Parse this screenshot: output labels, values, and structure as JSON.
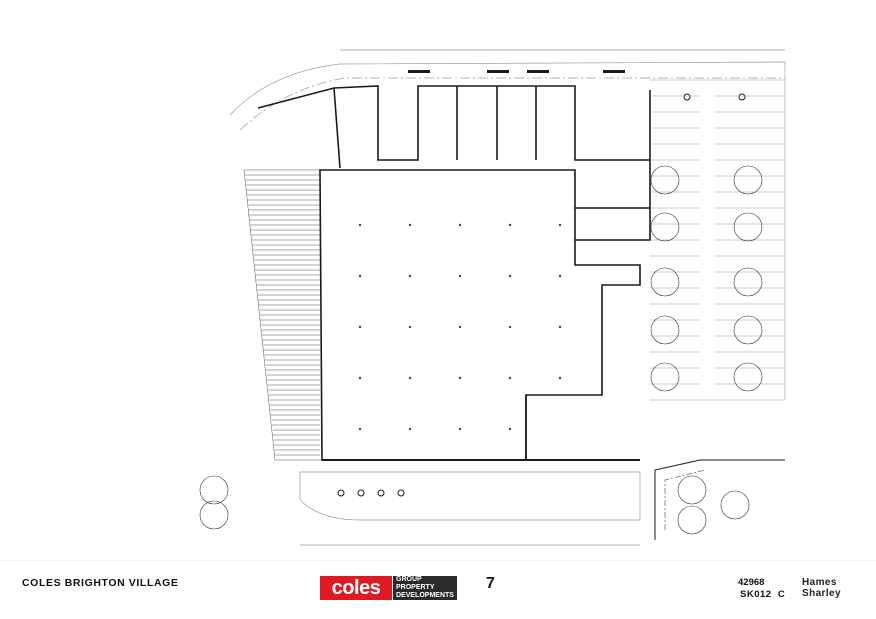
{
  "title_block": {
    "project_title": "COLES BRIGHTON VILLAGE",
    "logo": {
      "wordmark": "coles",
      "group_lines": [
        "GROUP",
        "PROPERTY",
        "DEVELOPMENTS"
      ],
      "color": "#e01a22",
      "group_color": "#2a2a2a"
    },
    "north_mark": "7",
    "job_number": "42968",
    "drawing_number": "SK012",
    "revision": "C",
    "firm_lines": [
      "Hames",
      "Sharley"
    ]
  },
  "colors": {
    "line": "#1a1a1a",
    "faint": "#9a9a9a",
    "background": "#ffffff"
  }
}
